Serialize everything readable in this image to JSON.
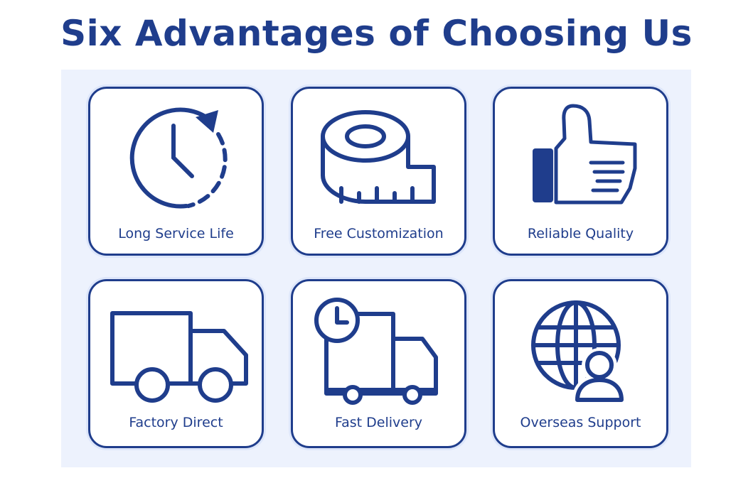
{
  "title": "Six Advantages of Choosing Us",
  "colors": {
    "primary": "#1f3d8c",
    "panel_bg": "#edf2fd",
    "card_bg": "#ffffff"
  },
  "advantages": [
    {
      "label": "Long Service Life",
      "icon": "clock-refresh-icon"
    },
    {
      "label": "Free Customization",
      "icon": "measuring-tape-icon"
    },
    {
      "label": "Reliable Quality",
      "icon": "thumbs-up-icon"
    },
    {
      "label": "Factory Direct",
      "icon": "truck-icon"
    },
    {
      "label": "Fast Delivery",
      "icon": "delivery-truck-clock-icon"
    },
    {
      "label": "Overseas Support",
      "icon": "globe-person-icon"
    }
  ]
}
